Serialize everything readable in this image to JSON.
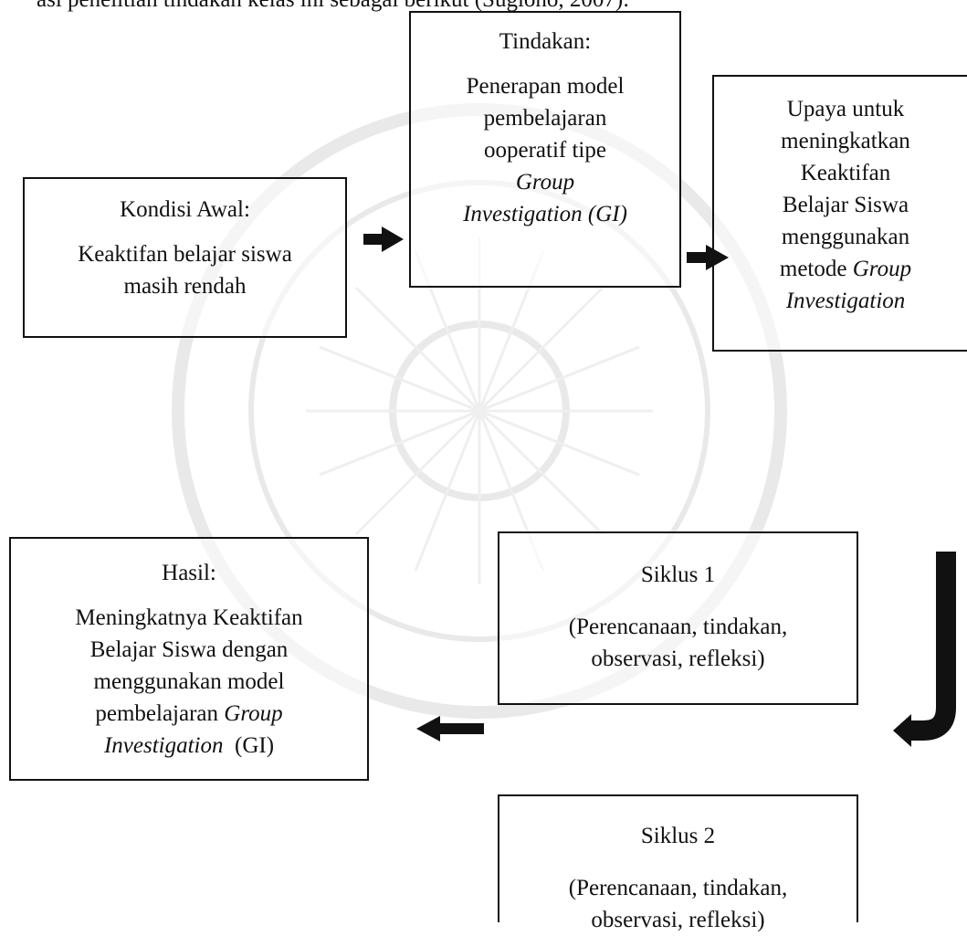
{
  "intro_text": "asi penelitian tindakan kelas ini sebagai berikut (Sugiono, 2007):",
  "kondisi": {
    "title": "Kondisi Awal:",
    "body_lines": [
      "Keaktifan belajar siswa",
      "masih rendah"
    ]
  },
  "tindakan": {
    "title": "Tindakan:",
    "body_lines": [
      "Penerapan model",
      "pembelajaran",
      "ooperatif tipe"
    ],
    "italic_lines": [
      "Group",
      "Investigation (GI)"
    ]
  },
  "upaya": {
    "lines": [
      "Upaya untuk",
      "meningkatkan",
      "Keaktifan",
      "Belajar Siswa",
      "menggunakan"
    ],
    "line6_normal": "metode ",
    "line6_italic": "Group",
    "line7_italic": "Investigation"
  },
  "hasil": {
    "title": "Hasil:",
    "lines": [
      "Meningkatnya Keaktifan",
      "Belajar Siswa dengan",
      "menggunakan model"
    ],
    "line4_normal": "pembelajaran ",
    "line4_italic": "Group",
    "line5_italic": "Investigation",
    "line5_normal": "  (GI)"
  },
  "siklus1": {
    "title": "Siklus 1",
    "lines": [
      "(Perencanaan, tindakan,",
      "observasi, refleksi)"
    ]
  },
  "siklus2": {
    "title": "Siklus 2",
    "lines": [
      "(Perencanaan, tindakan,",
      "observasi, refleksi)"
    ]
  }
}
